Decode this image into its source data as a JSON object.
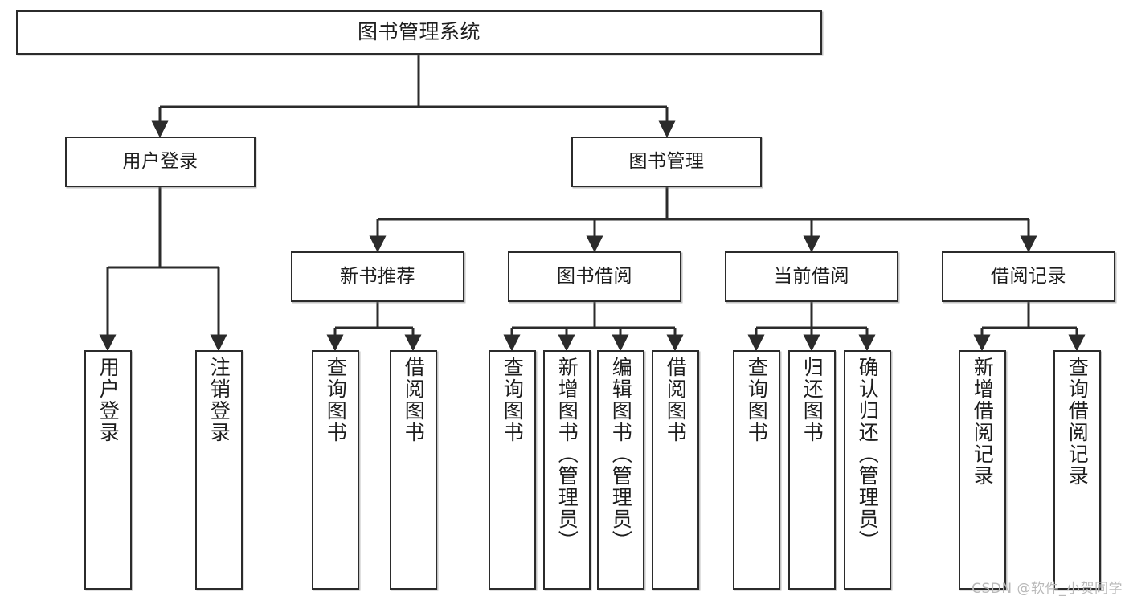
{
  "diagram": {
    "title": "图书管理系统",
    "type": "tree",
    "watermark": "CSDN @软件_小贺同学",
    "colors": {
      "box_border": "#2b2b2b",
      "box_fill": "#ffffff",
      "connector": "#2b2b2b",
      "background": "#ffffff",
      "watermark": "#b9b9b9"
    },
    "root": {
      "label": "图书管理系统"
    },
    "level2": [
      {
        "label": "用户登录"
      },
      {
        "label": "图书管理"
      }
    ],
    "level3": [
      {
        "label": "新书推荐"
      },
      {
        "label": "图书借阅"
      },
      {
        "label": "当前借阅"
      },
      {
        "label": "借阅记录"
      }
    ],
    "leaves": [
      {
        "label": "用户登录",
        "parent": "用户登录"
      },
      {
        "label": "注销登录",
        "parent": "用户登录"
      },
      {
        "label": "查询图书",
        "parent": "新书推荐"
      },
      {
        "label": "借阅图书",
        "parent": "新书推荐"
      },
      {
        "label": "查询图书",
        "parent": "图书借阅"
      },
      {
        "label": "新增图书（管理员）",
        "parent": "图书借阅"
      },
      {
        "label": "编辑图书（管理员）",
        "parent": "图书借阅"
      },
      {
        "label": "借阅图书",
        "parent": "图书借阅"
      },
      {
        "label": "查询图书",
        "parent": "当前借阅"
      },
      {
        "label": "归还图书",
        "parent": "当前借阅"
      },
      {
        "label": "确认归还（管理员）",
        "parent": "当前借阅"
      },
      {
        "label": "新增借阅记录",
        "parent": "借阅记录"
      },
      {
        "label": "查询借阅记录",
        "parent": "借阅记录"
      }
    ]
  }
}
